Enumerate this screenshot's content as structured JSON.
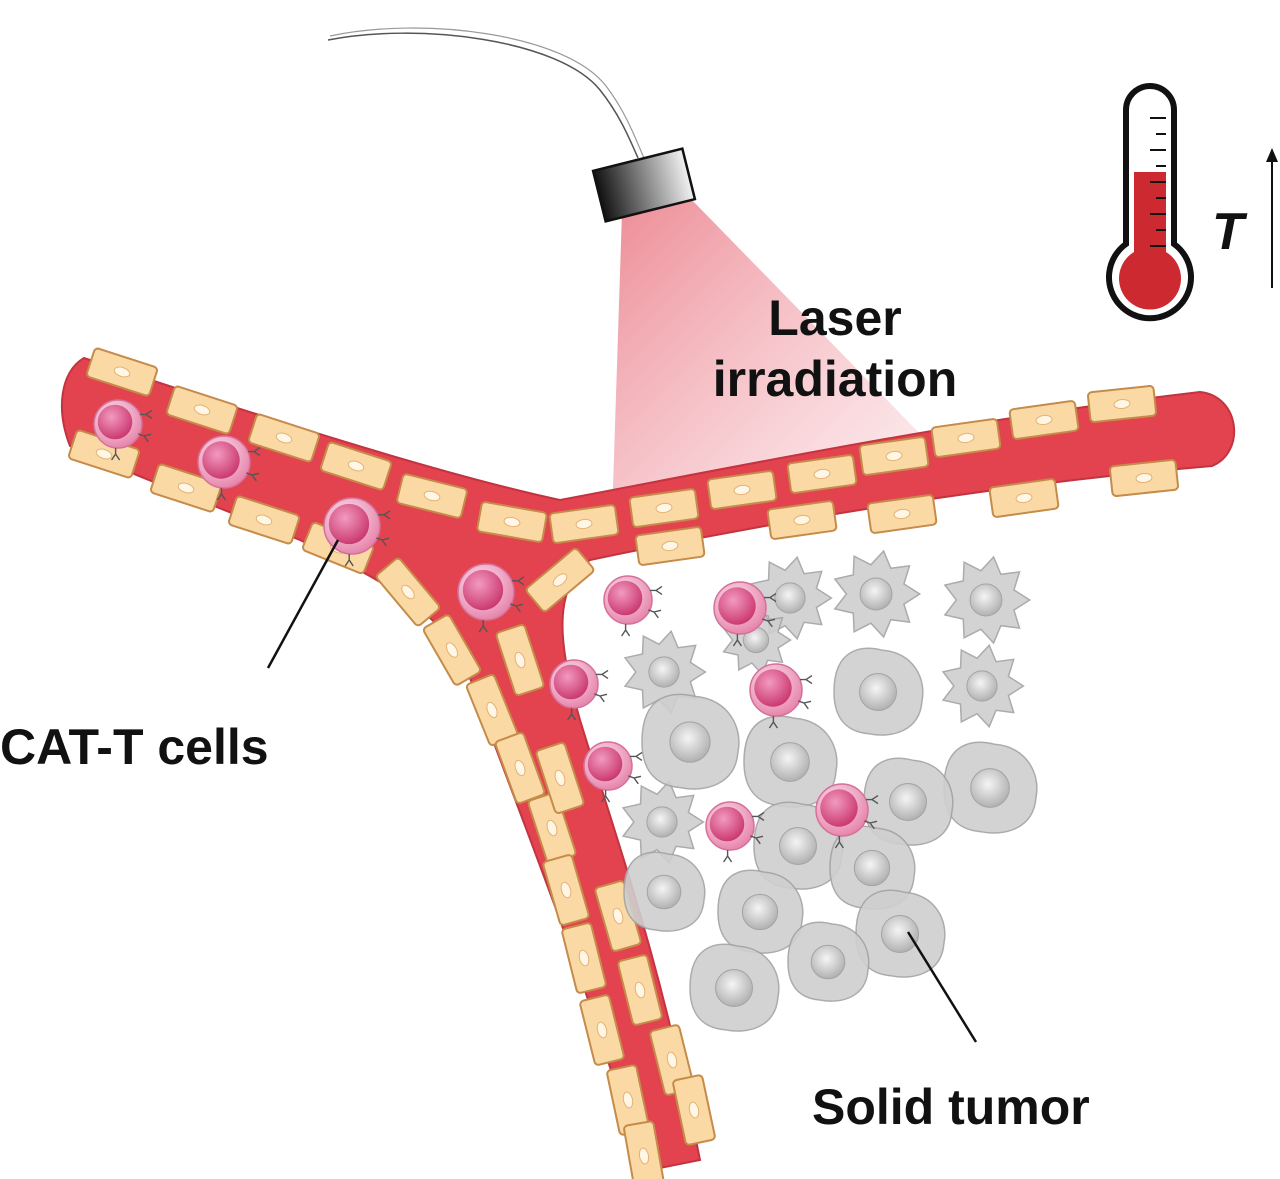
{
  "labels": {
    "laser_line1": "Laser",
    "laser_line2": "irradiation",
    "cat_t_cells": "CAT-T cells",
    "solid_tumor": "Solid tumor",
    "temperature_symbol": "T"
  },
  "icons": {
    "laser_probe": "laser-probe-icon",
    "thermometer": "thermometer-icon",
    "temperature_up_arrow": "arrow-up-icon"
  },
  "colors": {
    "vessel": "#e2434f",
    "vessel_stroke": "#c23440",
    "endothelial_cell": "#fbd9a4",
    "endothelial_stroke": "#c58b4a",
    "laser_beam": "#ef8e98",
    "thermometer_fill": "#cc2a30",
    "tumor_cell": "#cfcfcf",
    "t_cell": "#ee93b8"
  }
}
